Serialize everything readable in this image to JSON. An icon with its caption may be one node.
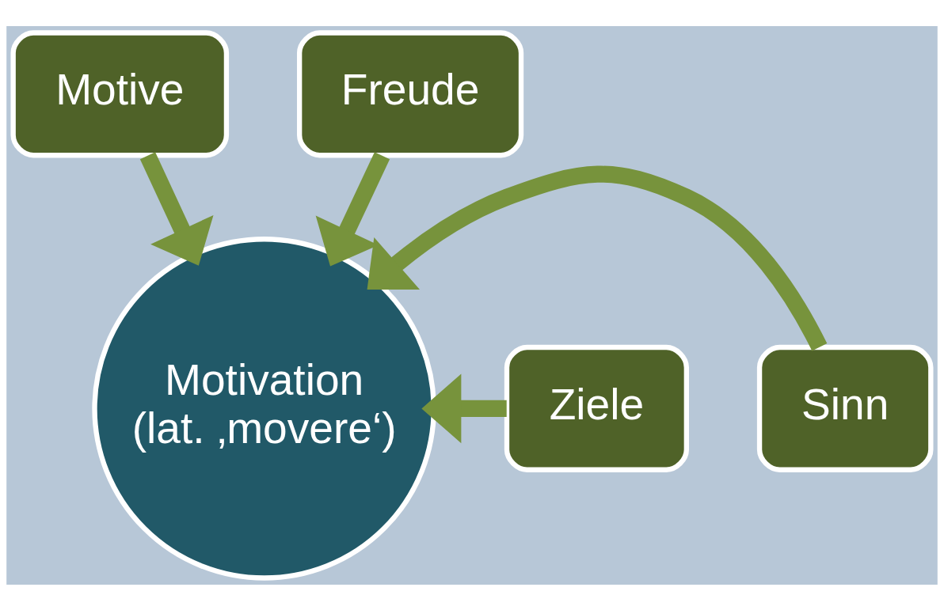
{
  "diagram": {
    "nodes": [
      {
        "text": [
          "Motive"
        ]
      },
      {
        "text": [
          "Freude"
        ]
      },
      {
        "text": [
          "Ziele"
        ]
      },
      {
        "text": [
          "Motivation",
          "(lat. ‚movere‘)"
        ]
      },
      {
        "text": [
          "Sinn"
        ]
      }
    ],
    "edges": [
      {
        "from": 0,
        "to": 3,
        "arrow": "to"
      },
      {
        "from": 1,
        "to": 3,
        "arrow": "to"
      },
      {
        "from": 2,
        "to": 3,
        "arrow": "to"
      },
      {
        "from": 4,
        "to": 3,
        "arrow": "to"
      }
    ]
  }
}
